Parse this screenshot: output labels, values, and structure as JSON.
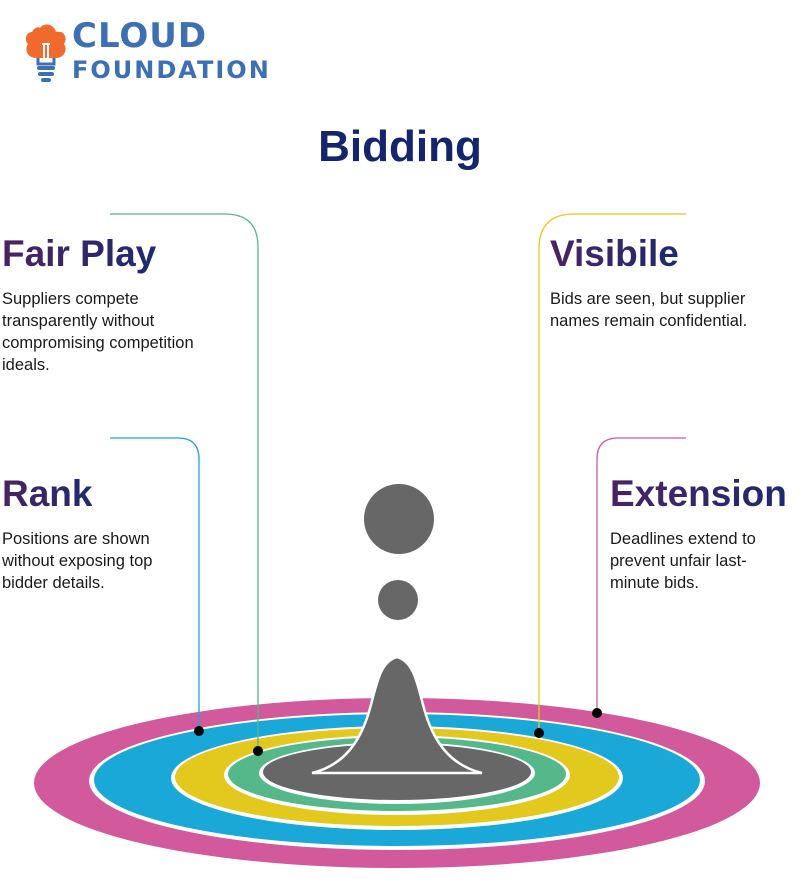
{
  "logo": {
    "line1": "CLOUD",
    "line2": "FOUNDATION",
    "icon": "lightbulb-cloud-icon",
    "bulb_color": "#ef6a2c",
    "text_color": "#3c6fb4"
  },
  "title": "Bidding",
  "items": [
    {
      "heading": "Fair Play",
      "text": "Suppliers compete transparently without compromising competition ideals.",
      "color": "#55b88a"
    },
    {
      "heading": "Visibile",
      "text": "Bids are seen, but supplier names remain confidential.",
      "color": "#e3c81e"
    },
    {
      "heading": "Rank",
      "text": "Positions are shown without exposing top bidder details.",
      "color": "#1aa8d8"
    },
    {
      "heading": "Extension",
      "text": "Deadlines extend to prevent unfair last-minute bids.",
      "color": "#d25a9c"
    }
  ],
  "drop_color": "#676767"
}
